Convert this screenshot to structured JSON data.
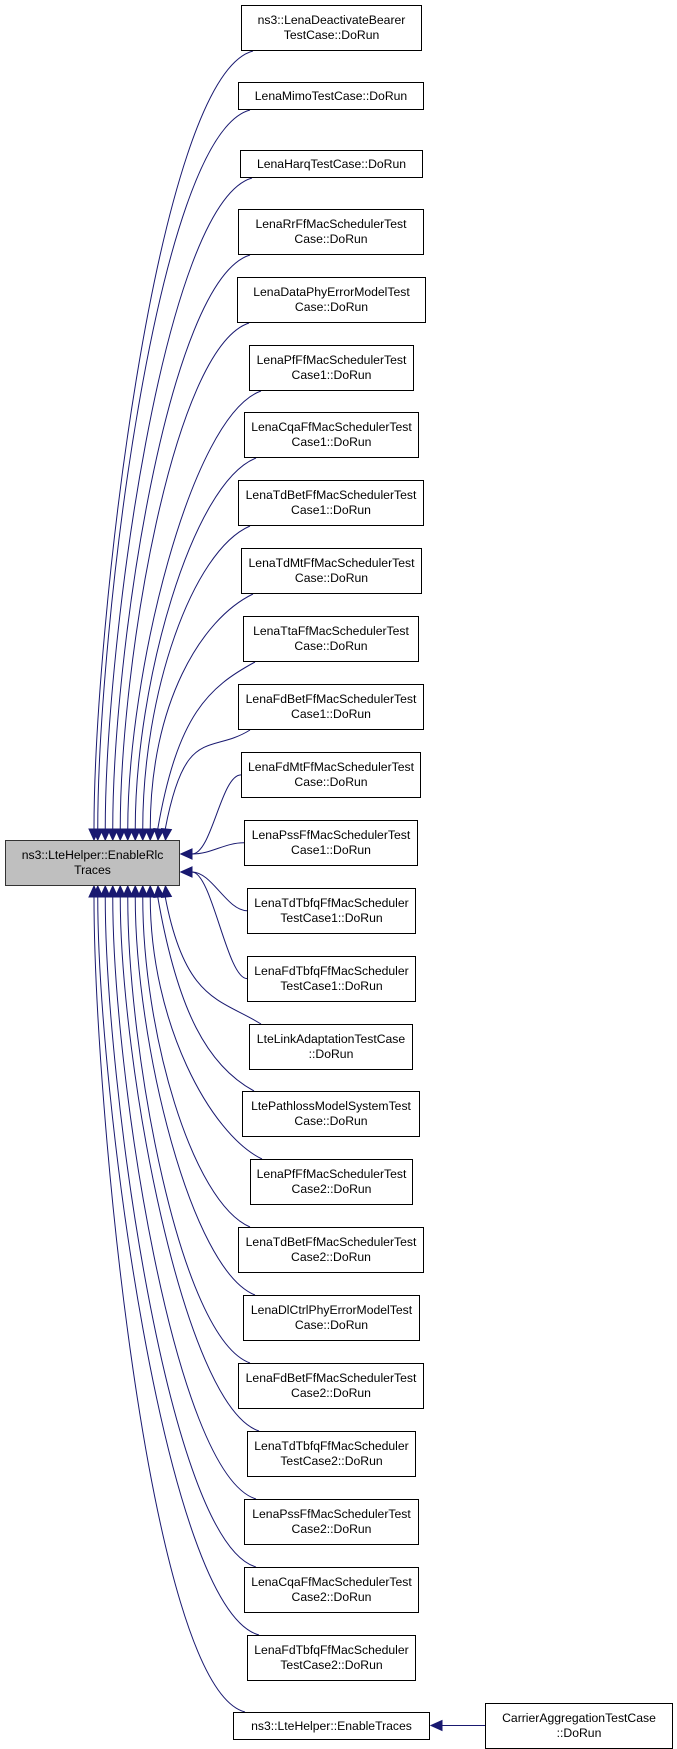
{
  "diagram": {
    "type": "doxygen-caller-graph",
    "edge_color": "#191970",
    "main_node": {
      "id": "main",
      "lines": [
        "ns3::LteHelper::EnableRlc",
        "Traces"
      ]
    },
    "callers": [
      {
        "id": "c1",
        "lines": [
          "ns3::LenaDeactivateBearer",
          "TestCase::DoRun"
        ]
      },
      {
        "id": "c2",
        "lines": [
          "LenaMimoTestCase::DoRun"
        ]
      },
      {
        "id": "c3",
        "lines": [
          "LenaHarqTestCase::DoRun"
        ]
      },
      {
        "id": "c4",
        "lines": [
          "LenaRrFfMacSchedulerTest",
          "Case::DoRun"
        ]
      },
      {
        "id": "c5",
        "lines": [
          "LenaDataPhyErrorModelTest",
          "Case::DoRun"
        ]
      },
      {
        "id": "c6",
        "lines": [
          "LenaPfFfMacSchedulerTest",
          "Case1::DoRun"
        ]
      },
      {
        "id": "c7",
        "lines": [
          "LenaCqaFfMacSchedulerTest",
          "Case1::DoRun"
        ]
      },
      {
        "id": "c8",
        "lines": [
          "LenaTdBetFfMacSchedulerTest",
          "Case1::DoRun"
        ]
      },
      {
        "id": "c9",
        "lines": [
          "LenaTdMtFfMacSchedulerTest",
          "Case::DoRun"
        ]
      },
      {
        "id": "c10",
        "lines": [
          "LenaTtaFfMacSchedulerTest",
          "Case::DoRun"
        ]
      },
      {
        "id": "c11",
        "lines": [
          "LenaFdBetFfMacSchedulerTest",
          "Case1::DoRun"
        ]
      },
      {
        "id": "c12",
        "lines": [
          "LenaFdMtFfMacSchedulerTest",
          "Case::DoRun"
        ]
      },
      {
        "id": "c13",
        "lines": [
          "LenaPssFfMacSchedulerTest",
          "Case1::DoRun"
        ]
      },
      {
        "id": "c14",
        "lines": [
          "LenaTdTbfqFfMacScheduler",
          "TestCase1::DoRun"
        ]
      },
      {
        "id": "c15",
        "lines": [
          "LenaFdTbfqFfMacScheduler",
          "TestCase1::DoRun"
        ]
      },
      {
        "id": "c16",
        "lines": [
          "LteLinkAdaptationTestCase",
          "::DoRun"
        ]
      },
      {
        "id": "c17",
        "lines": [
          "LtePathlossModelSystemTest",
          "Case::DoRun"
        ]
      },
      {
        "id": "c18",
        "lines": [
          "LenaPfFfMacSchedulerTest",
          "Case2::DoRun"
        ]
      },
      {
        "id": "c19",
        "lines": [
          "LenaTdBetFfMacSchedulerTest",
          "Case2::DoRun"
        ]
      },
      {
        "id": "c20",
        "lines": [
          "LenaDlCtrlPhyErrorModelTest",
          "Case::DoRun"
        ]
      },
      {
        "id": "c21",
        "lines": [
          "LenaFdBetFfMacSchedulerTest",
          "Case2::DoRun"
        ]
      },
      {
        "id": "c22",
        "lines": [
          "LenaTdTbfqFfMacScheduler",
          "TestCase2::DoRun"
        ]
      },
      {
        "id": "c23",
        "lines": [
          "LenaPssFfMacSchedulerTest",
          "Case2::DoRun"
        ]
      },
      {
        "id": "c24",
        "lines": [
          "LenaCqaFfMacSchedulerTest",
          "Case2::DoRun"
        ]
      },
      {
        "id": "c25",
        "lines": [
          "LenaFdTbfqFfMacScheduler",
          "TestCase2::DoRun"
        ]
      },
      {
        "id": "c26",
        "lines": [
          "ns3::LteHelper::EnableTraces"
        ]
      }
    ],
    "secondary": [
      {
        "id": "s1",
        "lines": [
          "CarrierAggregationTestCase",
          "::DoRun"
        ],
        "calls": "c26"
      }
    ]
  }
}
